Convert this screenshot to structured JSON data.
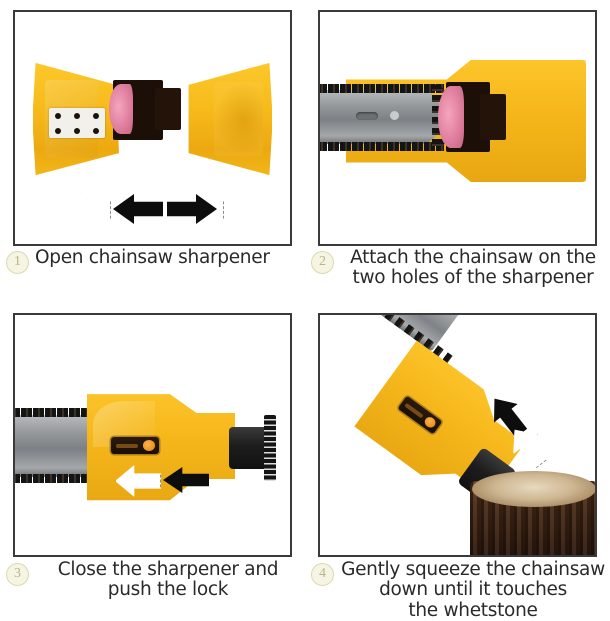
{
  "document": {
    "title": "Chainsaw Sharpener Instruction Steps",
    "type": "4-panel photo instruction sheet"
  },
  "panels": [
    {
      "number": "1",
      "caption": "Open chainsaw sharpener",
      "caption_lines": [
        "Open chainsaw sharpener"
      ],
      "align": "left",
      "scene": "Yellow bow-tie shaped chainsaw sharpener shown open, pink whetstone disc in the black center housing, white label with six black holes on the left wing. Four horizontal arrows below show the halves separating.",
      "arrows": [
        "outline-left",
        "solid-left",
        "solid-right",
        "outline-right"
      ]
    },
    {
      "number": "2",
      "caption": "Attach the chainsaw on the two holes of the sharpener",
      "caption_lines": [
        "Attach the chainsaw on the",
        "two holes of the sharpener"
      ],
      "align": "center",
      "scene": "Grey chainsaw guide bar with dark chain teeth entering the yellow sharpener from the left, bar tip meeting the pink whetstone.",
      "arrows": []
    },
    {
      "number": "3",
      "caption": "Close the sharpener and push the lock",
      "caption_lines": [
        "Close the sharpener and",
        "push the lock"
      ],
      "align": "center",
      "scene": "Sharpener closed over the chainsaw bar. An orange-and-black lock slot is on the yellow body; an outline arrow and a solid black arrow point left toward the lock. A black grip with a serrated comb edge sits at the right.",
      "arrows": [
        "outline-left",
        "solid-left"
      ]
    },
    {
      "number": "4",
      "caption": "Gently squeeze the chainsaw down until it touches the whetstone",
      "caption_lines": [
        "Gently squeeze the chainsaw",
        "down until it touches",
        "the whetstone"
      ],
      "align": "center",
      "scene": "Chainsaw held at a diagonal with the yellow sharpener attached, pressed down onto a brown tree stump. Two diagonal arrows point down-right.",
      "arrows": [
        "solid-down-right",
        "outline-down-right"
      ]
    }
  ],
  "colors": {
    "sharpener_yellow": "#f7bb1c",
    "sharpener_yellow_dark": "#e8a711",
    "whetstone_pink": "#e07fa0",
    "housing_black": "#1c0f08",
    "bar_grey": "#93979a",
    "stump_brown": "#4a2c18",
    "arrow_black": "#0d0d0d",
    "arrow_outline": "#8d8d86",
    "panel_border": "#3a3a3a",
    "caption_text": "#2a2a2a",
    "number_circle_fill": "#f6f4e2",
    "number_circle_text": "#b9b48c",
    "background": "#ffffff"
  }
}
